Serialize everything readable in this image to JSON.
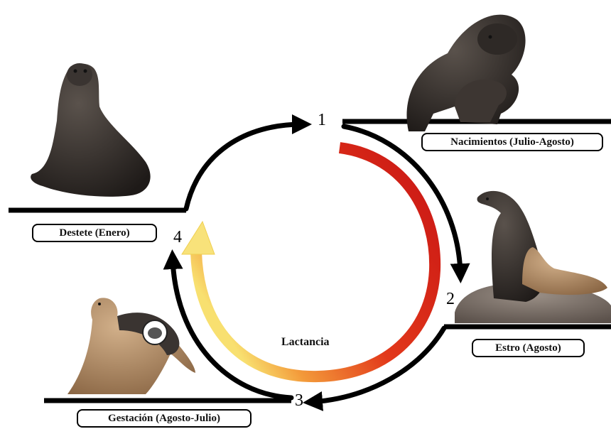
{
  "diagram": {
    "stages": [
      {
        "number": "1",
        "label": "Nacimientos (Julio-Agosto)"
      },
      {
        "number": "2",
        "label": "Estro (Agosto)"
      },
      {
        "number": "3",
        "label": "Gestación (Agosto-Julio)"
      },
      {
        "number": "4",
        "label": "Destete (Enero)"
      }
    ],
    "center_label": "Lactancia",
    "colors": {
      "cycle_arrows": "#000000",
      "lactation_arrow_start": "#c81414",
      "lactation_arrow_mid": "#e84a1a",
      "lactation_arrow_end": "#f8e070",
      "sea_lion_dark": "#2a2624",
      "sea_lion_light": "#b08a66"
    },
    "icons": [
      "sea-lion-mother-pup",
      "sea-lion-pair-on-rock",
      "pregnant-sea-lion",
      "juvenile-sea-lion"
    ]
  }
}
